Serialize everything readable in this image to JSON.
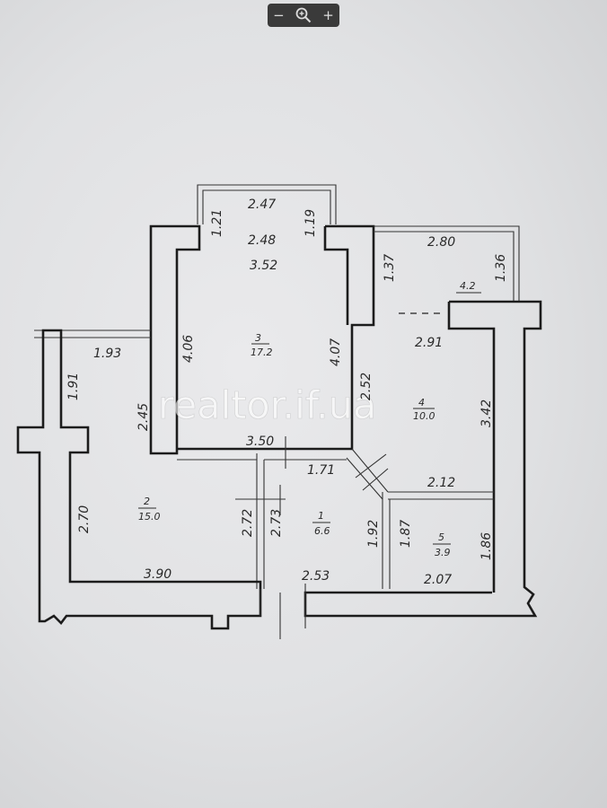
{
  "viewer": {
    "zoom_out_label": "−",
    "zoom_icon": "magnifier-zoom-icon",
    "zoom_in_label": "+"
  },
  "watermark": "realtor.if.ua",
  "dimensions": {
    "balcony_width": "2.47",
    "balcony_left_depth": "1.21",
    "balcony_right_depth": "1.19",
    "room3_top_width": "2.48",
    "room3_width": "3.52",
    "room3_left_depth": "4.06",
    "room3_right_depth": "4.07",
    "room3_bottom": "3.50",
    "balcony2_width": "2.80",
    "balcony2_left_depth": "1.37",
    "balcony2_right_depth": "1.36",
    "room4_width": "2.91",
    "room4_depth": "3.42",
    "room4_diag": "2.52",
    "left_balcony_width": "1.93",
    "left_balcony_depth": "1.91",
    "room2_side": "2.45",
    "room2_depth": "2.70",
    "room2_right_depth": "2.72",
    "room2_width": "3.90",
    "hall_depth": "2.73",
    "hall_top": "1.71",
    "hall_right_depth": "1.92",
    "hall_bottom": "2.53",
    "room5_top": "2.12",
    "room5_left_depth": "1.87",
    "room5_right_depth": "1.86",
    "room5_bottom": "2.07"
  },
  "rooms": [
    {
      "number": "3",
      "area": "17.2"
    },
    {
      "number": "4",
      "area": "10.0"
    },
    {
      "number": "2",
      "area": "15.0"
    },
    {
      "number": "1",
      "area": "6.6"
    },
    {
      "number": "5",
      "area": "3.9"
    },
    {
      "number": "",
      "area": "4.2"
    }
  ]
}
